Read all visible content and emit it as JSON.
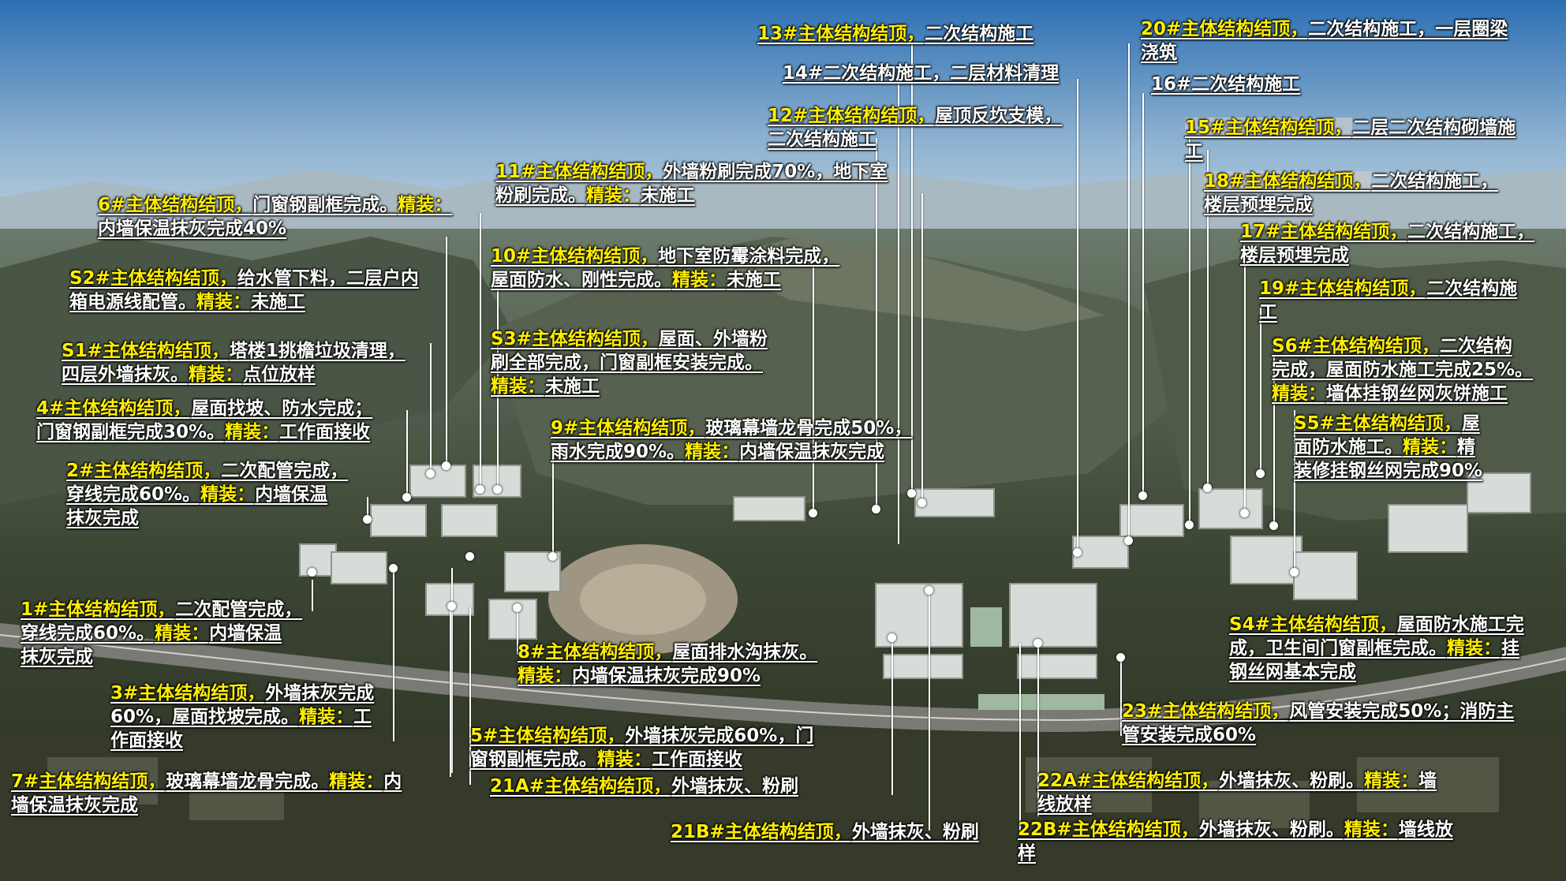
{
  "colors": {
    "accent_yellow": "#ffee00",
    "text_white": "#ffffff",
    "sky_top": "#2d6fb3",
    "sky_bottom": "#c9d9e4",
    "ground": "#3a3f2e"
  },
  "image_description_icon": "aerial-construction-site-photo",
  "labels": {
    "b13": {
      "l1a": "13#主体结构结顶，",
      "l1b": "二次结构施工"
    },
    "b14": {
      "l1": "14#二次结构施工，二层材料清理"
    },
    "b12": {
      "l1a": "12#主体结构结顶，",
      "l1b": "屋顶反坎支模，",
      "l2": "二次结构施工"
    },
    "b11": {
      "l1a": "11#主体结构结顶，",
      "l1b": "外墙粉刷完成70%，地下室",
      "l2a": "粉刷完成。",
      "l2b": "精装：",
      "l2c": "未施工"
    },
    "b10": {
      "l1a": "10#主体结构结顶，",
      "l1b": "地下室防霉涂料完成，",
      "l2a": "屋面防水、刚性完成。",
      "l2b": "精装：",
      "l2c": "未施工"
    },
    "bS3": {
      "l1a": "S3#主体结构结顶，",
      "l1b": "屋面、外墙粉",
      "l2": "刷全部完成，门窗副框安装完成。",
      "l3a": "精装：",
      "l3b": "未施工"
    },
    "b9": {
      "l1a": "9#主体结构结顶，",
      "l1b": "玻璃幕墙龙骨完成50%，",
      "l2a": "雨水完成90%。",
      "l2b": "精装：",
      "l2c": "内墙保温抹灰完成"
    },
    "b6": {
      "l1a": "6#主体结构结顶，",
      "l1b": "门窗钢副框完成。",
      "l1c": "精装：",
      "l2": "内墙保温抹灰完成40%"
    },
    "bS2": {
      "l1a": "S2#主体结构结顶，",
      "l1b": "给水管下料，二层户内",
      "l2a": "箱电源线配管。",
      "l2b": "精装：",
      "l2c": "未施工"
    },
    "bS1": {
      "l1a": "S1#主体结构结顶，",
      "l1b": "塔楼1挑檐垃圾清理，",
      "l2a": "四层外墙抹灰。",
      "l2b": "精装：",
      "l2c": "点位放样"
    },
    "b4": {
      "l1a": "4#主体结构结顶，",
      "l1b": "屋面找坡、防水完成；",
      "l2a": "门窗钢副框完成30%。",
      "l2b": "精装：",
      "l2c": "工作面接收"
    },
    "b2": {
      "l1a": "2#主体结构结顶，",
      "l1b": "二次配管完成，",
      "l2a": "穿线完成60%。",
      "l2b": "精装：",
      "l2c": "内墙保温",
      "l3": "抹灰完成"
    },
    "b1": {
      "l1a": "1#主体结构结顶，",
      "l1b": "二次配管完成，",
      "l2a": "穿线完成60%。",
      "l2b": "精装：",
      "l2c": "内墙保温",
      "l3": "抹灰完成"
    },
    "b8": {
      "l1a": "8#主体结构结顶，",
      "l1b": "屋面排水沟抹灰。",
      "l2a": "精装：",
      "l2b": "内墙保温抹灰完成90%"
    },
    "b3": {
      "l1a": "3#主体结构结顶，",
      "l1b": "外墙抹灰完成",
      "l2a": "60%，屋面找坡完成。",
      "l2b": "精装：",
      "l2c": "工",
      "l3": "作面接收"
    },
    "b5": {
      "l1a": "5#主体结构结顶，",
      "l1b": "外墙抹灰完成60%，门",
      "l2a": "窗钢副框完成。",
      "l2b": "精装：",
      "l2c": "工作面接收"
    },
    "b21A": {
      "l1a": "21A#主体结构结顶，",
      "l1b": "外墙抹灰、粉刷"
    },
    "b7": {
      "l1a": "7#主体结构结顶，",
      "l1b": "玻璃幕墙龙骨完成。",
      "l1c": "精装：",
      "l1d": "内",
      "l2": "墙保温抹灰完成"
    },
    "b21B": {
      "l1a": "21B#主体结构结顶，",
      "l1b": "外墙抹灰、粉刷"
    },
    "b20": {
      "l1a": "20#主体结构结顶，",
      "l1b": "二次结构施工，一层圈梁",
      "l2": "浇筑"
    },
    "b16": {
      "l1": "16#二次结构施工"
    },
    "b15": {
      "l1a": "15#主体结构结顶，",
      "l1b": "二层二次结构砌墙施",
      "l2": "工"
    },
    "b18": {
      "l1a": "18#主体结构结顶，",
      "l1b": "二次结构施工，",
      "l2": "楼层预埋完成"
    },
    "b17": {
      "l1a": "17#主体结构结顶，",
      "l1b": "二次结构施工，",
      "l2": "楼层预埋完成"
    },
    "b19": {
      "l1a": "19#主体结构结顶，",
      "l1b": "二次结构施",
      "l2": "工"
    },
    "bS6": {
      "l1a": "S6#主体结构结顶，",
      "l1b": "二次结构",
      "l2": "完成，屋面防水施工完成25%。",
      "l3a": "精装：",
      "l3b": "墙体挂钢丝网灰饼施工"
    },
    "bS5": {
      "l1a": "S5#主体结构结顶，",
      "l1b": "屋",
      "l2a": "面防水施工。",
      "l2b": "精装：",
      "l2c": "精",
      "l3": "装修挂钢丝网完成90%"
    },
    "bS4": {
      "l1a": "S4#主体结构结顶，",
      "l1b": "屋面防水施工完",
      "l2a": "成，卫生间门窗副框完成。",
      "l2b": "精装：",
      "l2c": "挂",
      "l3": "钢丝网基本完成"
    },
    "b23": {
      "l1a": "23#主体结构结顶，",
      "l1b": "风管安装完成50%；消防主",
      "l2": "管安装完成60%"
    },
    "b22A": {
      "l1a": "22A#主体结构结顶，",
      "l1b": "外墙抹灰、粉刷。",
      "l1c": "精装：",
      "l1d": "墙",
      "l2": "线放样"
    },
    "b22B": {
      "l1a": "22B#主体结构结顶，",
      "l1b": "外墙抹灰、粉刷。",
      "l1c": "精装：",
      "l1d": "墙线放",
      "l2": "样"
    }
  }
}
